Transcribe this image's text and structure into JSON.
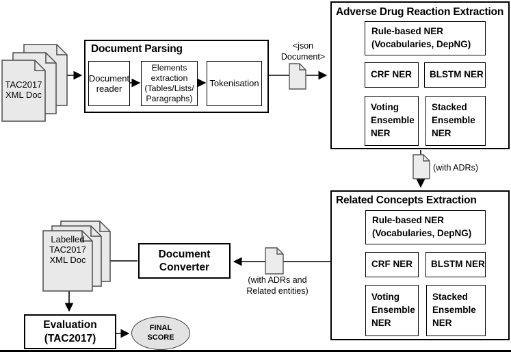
{
  "diagram": {
    "input_stack": {
      "label": "TAC2017\nXML Doc"
    },
    "parsing": {
      "title": "Document Parsing",
      "reader": "Document\nreader",
      "elements": "Elements\nextraction\n(Tables/Lists/\nParagraphs)",
      "tokenisation": "Tokenisation"
    },
    "json_doc": {
      "label": "<json\nDocument>"
    },
    "adverse": {
      "title": "Adverse Drug Reaction Extraction",
      "rule_based": "Rule-based NER\n(Vocabularies, DepNG)",
      "crf": "CRF NER",
      "blstm": "BLSTM NER",
      "voting": "Voting\nEnsemble\nNER",
      "stacked": "Stacked\nEnsemble\nNER"
    },
    "with_adrs": {
      "label": "(with ADRs)"
    },
    "related": {
      "title": "Related Concepts Extraction",
      "rule_based": "Rule-based NER\n(Vocabularies, DepNG)",
      "crf": "CRF NER",
      "blstm": "BLSTM NER",
      "voting": "Voting\nEnsemble\nNER",
      "stacked": "Stacked\nEnsemble\nNER"
    },
    "with_adrs_related": {
      "label": "(with ADRs and\nRelated entities)"
    },
    "converter": {
      "title": "Document\nConverter"
    },
    "labelled_stack": {
      "label": "Labelled\nTAC2017\nXML Doc"
    },
    "evaluation": {
      "title": "Evaluation\n(TAC2017)"
    },
    "final_score": {
      "label": "FINAL\nSCORE"
    }
  },
  "colors": {
    "page_fill": "#e9e9e9",
    "page_stroke": "#4a4a4a",
    "line": "#000000",
    "box_border": "#000000",
    "ellipse_fill": "#e3e3e3"
  }
}
